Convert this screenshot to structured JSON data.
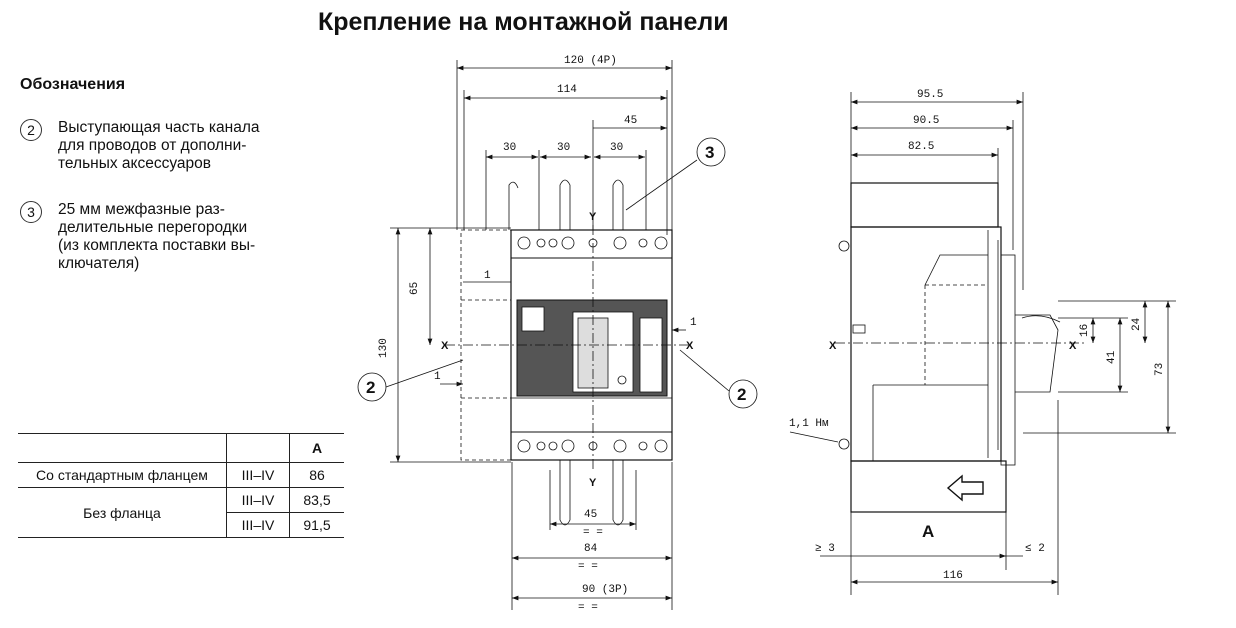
{
  "title": "Крепление на монтажной панели",
  "legend": {
    "heading": "Обозначения",
    "items": [
      {
        "num": "2",
        "lines": [
          "Выступающая часть канала",
          "для проводов от  дополни-",
          "тельных аксессуаров"
        ]
      },
      {
        "num": "3",
        "lines": [
          "25 мм межфазные раз-",
          "делительные перегородки",
          "(из комплекта поставки вы-",
          "ключателя)"
        ]
      }
    ]
  },
  "table": {
    "header": "A",
    "rows": [
      {
        "label": "Со стандартным фланцем",
        "size": "III–IV",
        "value": "86"
      },
      {
        "label": "Без фланца",
        "size": "III–IV",
        "value": "83,5"
      },
      {
        "label": "",
        "size": "III–IV",
        "value": "91,5"
      }
    ]
  },
  "front_view": {
    "dims": {
      "d120": "120 (4P)",
      "d114": "114",
      "d45_top": "45",
      "d30a": "30",
      "d30b": "30",
      "d30c": "30",
      "d65": "65",
      "d130": "130",
      "d1a": "1",
      "d1b": "1",
      "d1c": "1",
      "d45_bot": "45",
      "d84": "84",
      "d90": "90 (3P)",
      "eq": "= ="
    },
    "axes": {
      "x": "X",
      "y": "Y"
    },
    "callouts": [
      "3",
      "2",
      "2"
    ]
  },
  "side_view": {
    "dims": {
      "d95": "95.5",
      "d90": "90.5",
      "d82": "82.5",
      "d16": "16",
      "d24": "24",
      "d41": "41",
      "d73": "73",
      "torque": "1,1 Нм",
      "ge3": "≥ 3",
      "le2": "≤ 2",
      "d116": "116",
      "a": "A"
    },
    "axes": {
      "x": "X"
    }
  }
}
